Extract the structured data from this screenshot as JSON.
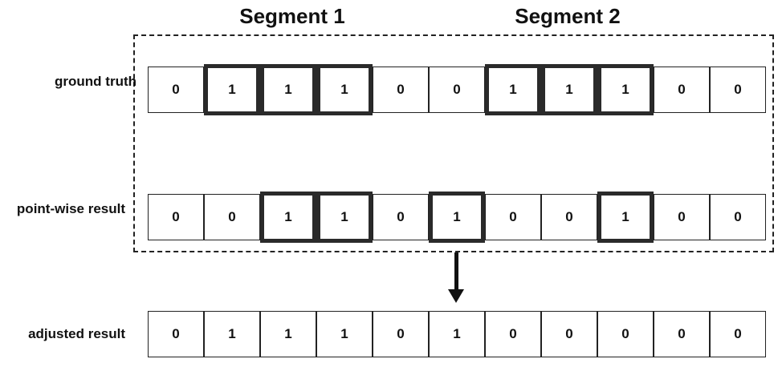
{
  "segments": [
    "Segment 1",
    "Segment 2"
  ],
  "rows": [
    {
      "label": "ground truth",
      "values": [
        "0",
        "1",
        "1",
        "1",
        "0",
        "0",
        "1",
        "1",
        "1",
        "0",
        "0"
      ],
      "highlighted": [
        1,
        2,
        3,
        6,
        7,
        8
      ]
    },
    {
      "label": "point-wise result",
      "values": [
        "0",
        "0",
        "1",
        "1",
        "0",
        "1",
        "0",
        "0",
        "1",
        "0",
        "0"
      ],
      "highlighted": [
        2,
        3,
        5,
        8
      ]
    },
    {
      "label": "adjusted result",
      "values": [
        "0",
        "1",
        "1",
        "1",
        "0",
        "1",
        "0",
        "0",
        "0",
        "0",
        "0"
      ],
      "highlighted": []
    }
  ]
}
